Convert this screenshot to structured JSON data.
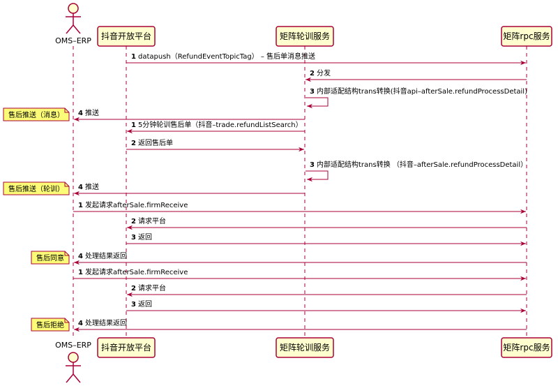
{
  "colors": {
    "arrow": "#A80036",
    "box_fill": "#FEFECE",
    "box_stroke": "#A80036",
    "note_fill": "#FBFB77",
    "text": "#000000"
  },
  "participants": [
    {
      "id": "oms",
      "label": "OMS–ERP",
      "kind": "actor"
    },
    {
      "id": "douyin",
      "label": "抖音开放平台",
      "kind": "box"
    },
    {
      "id": "matrix",
      "label": "矩阵轮训服务",
      "kind": "box"
    },
    {
      "id": "rpc",
      "label": "矩阵rpc服务",
      "kind": "box"
    }
  ],
  "messages": [
    {
      "from": "douyin",
      "to": "rpc",
      "num": "1",
      "text": "datapush（RefundEventTopicTag） – 售后单消息推送"
    },
    {
      "from": "rpc",
      "to": "matrix",
      "num": "2",
      "text": "分发"
    },
    {
      "from": "matrix",
      "to": "matrix",
      "num": "3",
      "text": "内部适配结构trans转换(抖音api–afterSale.refundProcessDetail)"
    },
    {
      "from": "matrix",
      "to": "oms",
      "num": "4",
      "text": "推送",
      "note": "售后推送（消息）"
    },
    {
      "from": "matrix",
      "to": "douyin",
      "num": "1",
      "text": "5分钟轮训售后单（抖音–trade.refundListSearch）"
    },
    {
      "from": "douyin",
      "to": "matrix",
      "num": "2",
      "text": "返回售后单"
    },
    {
      "from": "matrix",
      "to": "matrix",
      "num": "3",
      "text": "内部适配结构trans转换 （抖音–afterSale.refundProcessDetail）"
    },
    {
      "from": "matrix",
      "to": "oms",
      "num": "4",
      "text": "推送",
      "note": "售后推送（轮训）"
    },
    {
      "from": "oms",
      "to": "rpc",
      "num": "1",
      "text": "发起请求afterSale.firmReceive"
    },
    {
      "from": "rpc",
      "to": "douyin",
      "num": "2",
      "text": "请求平台"
    },
    {
      "from": "douyin",
      "to": "rpc",
      "num": "3",
      "text": "返回"
    },
    {
      "from": "rpc",
      "to": "oms",
      "num": "4",
      "text": "处理结果返回",
      "note": "售后同意"
    },
    {
      "from": "oms",
      "to": "rpc",
      "num": "1",
      "text": "发起请求afterSale.firmReceive"
    },
    {
      "from": "rpc",
      "to": "douyin",
      "num": "2",
      "text": "请求平台"
    },
    {
      "from": "douyin",
      "to": "rpc",
      "num": "3",
      "text": "返回"
    },
    {
      "from": "rpc",
      "to": "oms",
      "num": "4",
      "text": "处理结果返回",
      "note": "售后拒绝"
    }
  ]
}
